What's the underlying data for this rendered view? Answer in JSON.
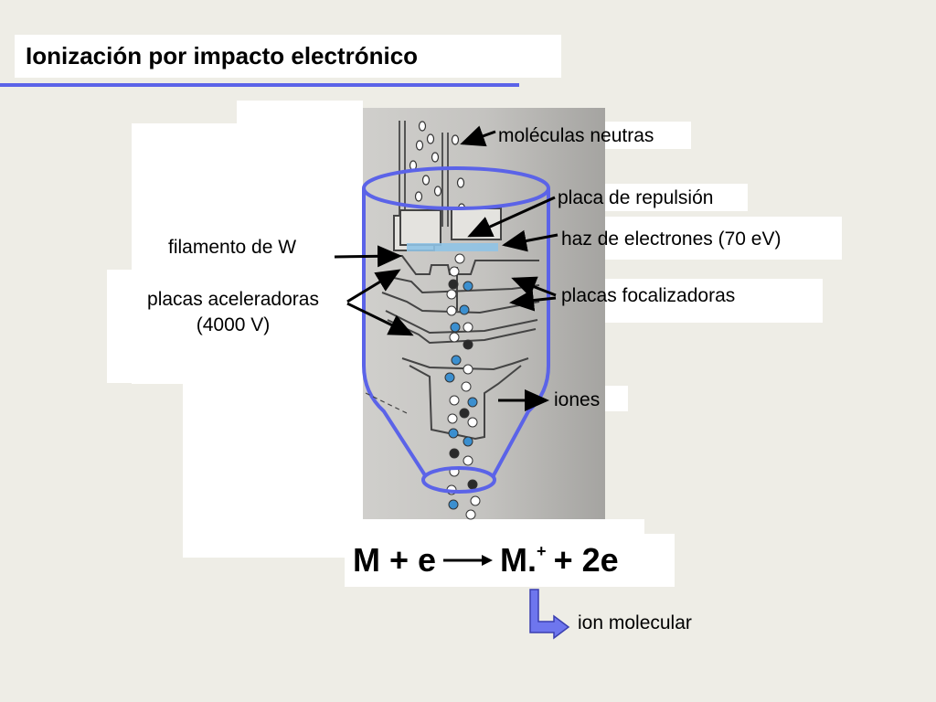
{
  "slide": {
    "title": "Ionización por impacto electrónico",
    "colors": {
      "background": "#eeede6",
      "accent_blue": "#5b63e8",
      "ion_blue": "#3b8fcf",
      "ion_dark": "#2a2a2a"
    }
  },
  "labels": {
    "neutral_molecules": "moléculas neutras",
    "repeller_plate": "placa de repulsión",
    "electron_beam": "haz de electrones (70 eV)",
    "filament": "filamento de W",
    "focusing_plates": "placas focalizadoras",
    "accelerating_plates_line1": "placas aceleradoras",
    "accelerating_plates_line2": "(4000 V)",
    "ions": "iones",
    "molecular_ion": "ion molecular"
  },
  "equation": {
    "left": "M + e",
    "product": "M.",
    "charge": "+",
    "right": "+ 2e"
  }
}
